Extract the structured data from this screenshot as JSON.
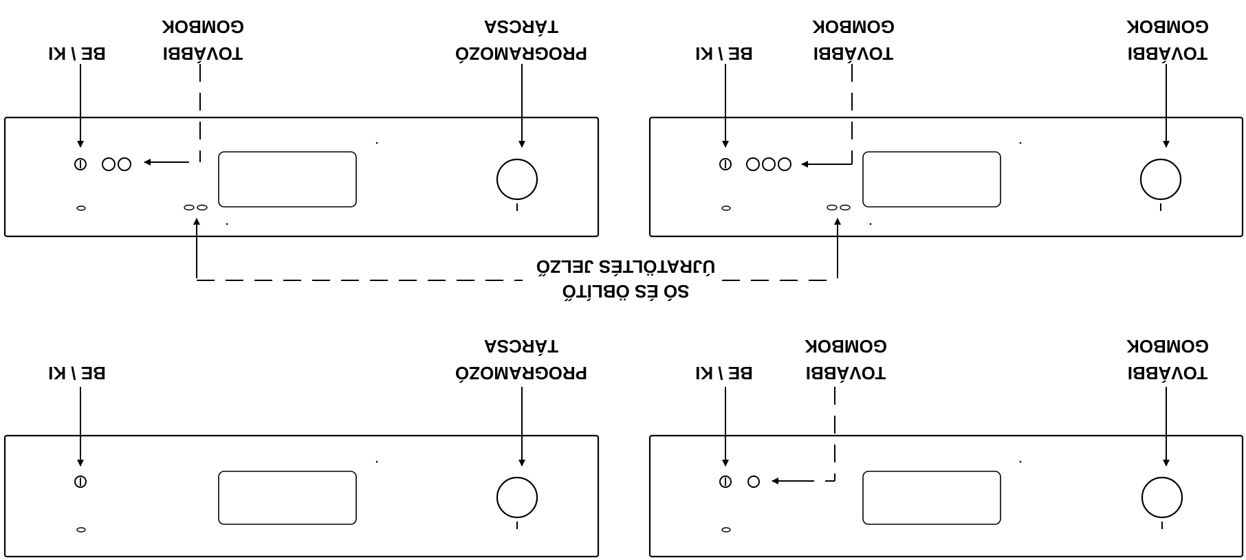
{
  "labels": {
    "on_off": "BE \\ KI",
    "more_buttons_1": "TOVÁBBI",
    "more_buttons_2": "GOMBOK",
    "programmer_1": "PROGRAMOZÓ",
    "programmer_2": "TÁRCSA",
    "indicator_1": "SÓ ÉS ÖBLÍTŐ",
    "indicator_2": "ÚJRATÖLTÉS JELZŐ"
  },
  "panels": [
    {
      "id": "top-left",
      "extra_buttons": 2,
      "has_leds": true,
      "right_label": "programmer"
    },
    {
      "id": "top-right",
      "extra_buttons": 3,
      "has_leds": true,
      "right_label": "more_buttons"
    },
    {
      "id": "bottom-left",
      "extra_buttons": 0,
      "has_leds": false,
      "right_label": "programmer"
    },
    {
      "id": "bottom-right",
      "extra_buttons": 1,
      "has_leds": false,
      "right_label": "more_buttons"
    }
  ]
}
